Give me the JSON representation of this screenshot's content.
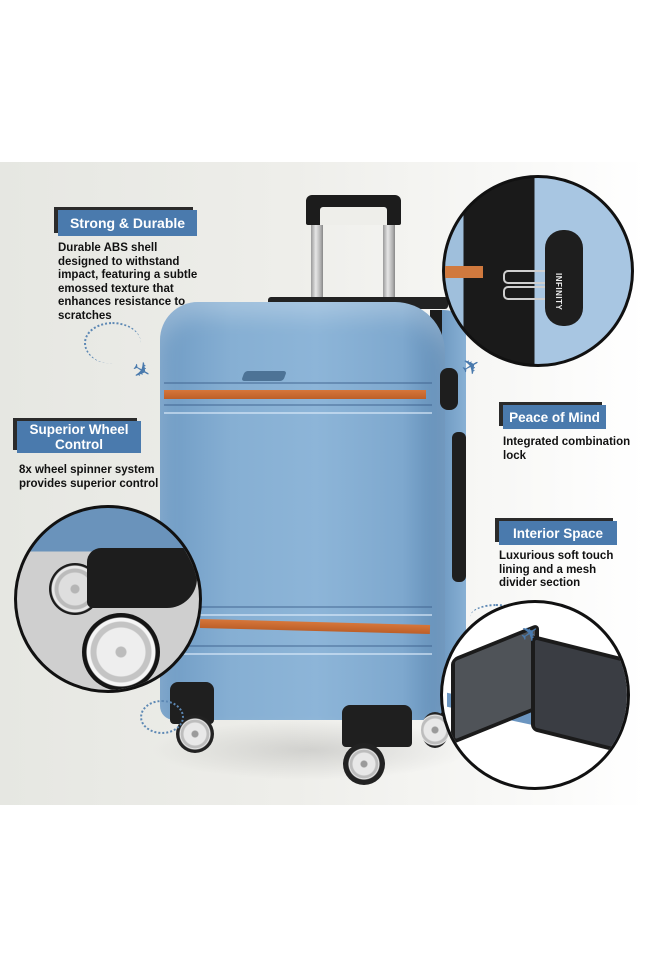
{
  "features": [
    {
      "id": "strong-durable",
      "title": "Strong & Durable",
      "description": "Durable ABS shell\ndesigned to withstand\nimpact, featuring a subtle\nemossed texture that\nenhances resistance to\nscratches"
    },
    {
      "id": "superior-wheel-control",
      "title": "Superior Wheel Control",
      "title_lines": [
        "Superior Wheel",
        "Control"
      ],
      "description": "8x wheel spinner system\nprovides superior control"
    },
    {
      "id": "peace-of-mind",
      "title": "Peace of Mind",
      "description": "Integrated combination\n lock"
    },
    {
      "id": "interior-space",
      "title": "Interior Space",
      "description": "Luxurious soft touch\nlining and a mesh\ndivider section"
    }
  ],
  "lock_brand": "INFINITY",
  "colors": {
    "label_bg": "#4a7aad",
    "label_shadow": "#2b2b2b",
    "shell_blue": "#86afd3",
    "stripe_orange": "#d0793e",
    "dotted_trail": "#5d88b4"
  },
  "icons": {
    "plane": "✈"
  }
}
